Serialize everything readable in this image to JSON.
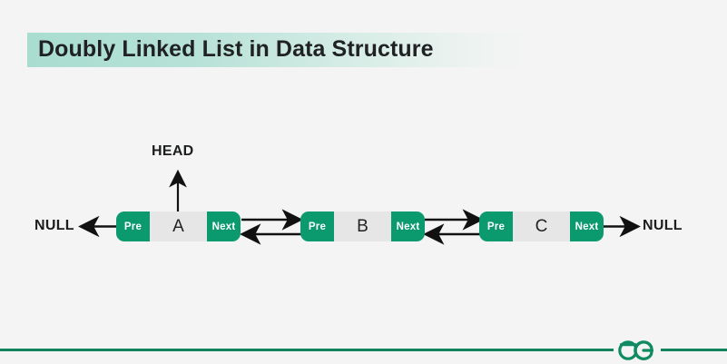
{
  "page": {
    "background_color": "#f4f4f4",
    "accent_green": "#0b9a6d",
    "footer_line_color": "#11845f",
    "highlight_color": "#a9ddd0",
    "node_value_bg": "#e6e6e6",
    "text_color": "#1f2122"
  },
  "header": {
    "title": "Doubly Linked List in Data Structure"
  },
  "diagram": {
    "type": "doubly-linked-list",
    "pointer_labels": {
      "prev": "Pre",
      "next": "Next"
    },
    "head_label": "HEAD",
    "null_left_label": "NULL",
    "null_right_label": "NULL",
    "nodes": [
      {
        "value": "A",
        "prev": "Pre",
        "next": "Next",
        "has_head_pointer": true
      },
      {
        "value": "B",
        "prev": "Pre",
        "next": "Next",
        "has_head_pointer": false
      },
      {
        "value": "C",
        "prev": "Pre",
        "next": "Next",
        "has_head_pointer": false
      }
    ]
  },
  "footer": {
    "logo_name": "geeksforgeeks-logo"
  }
}
